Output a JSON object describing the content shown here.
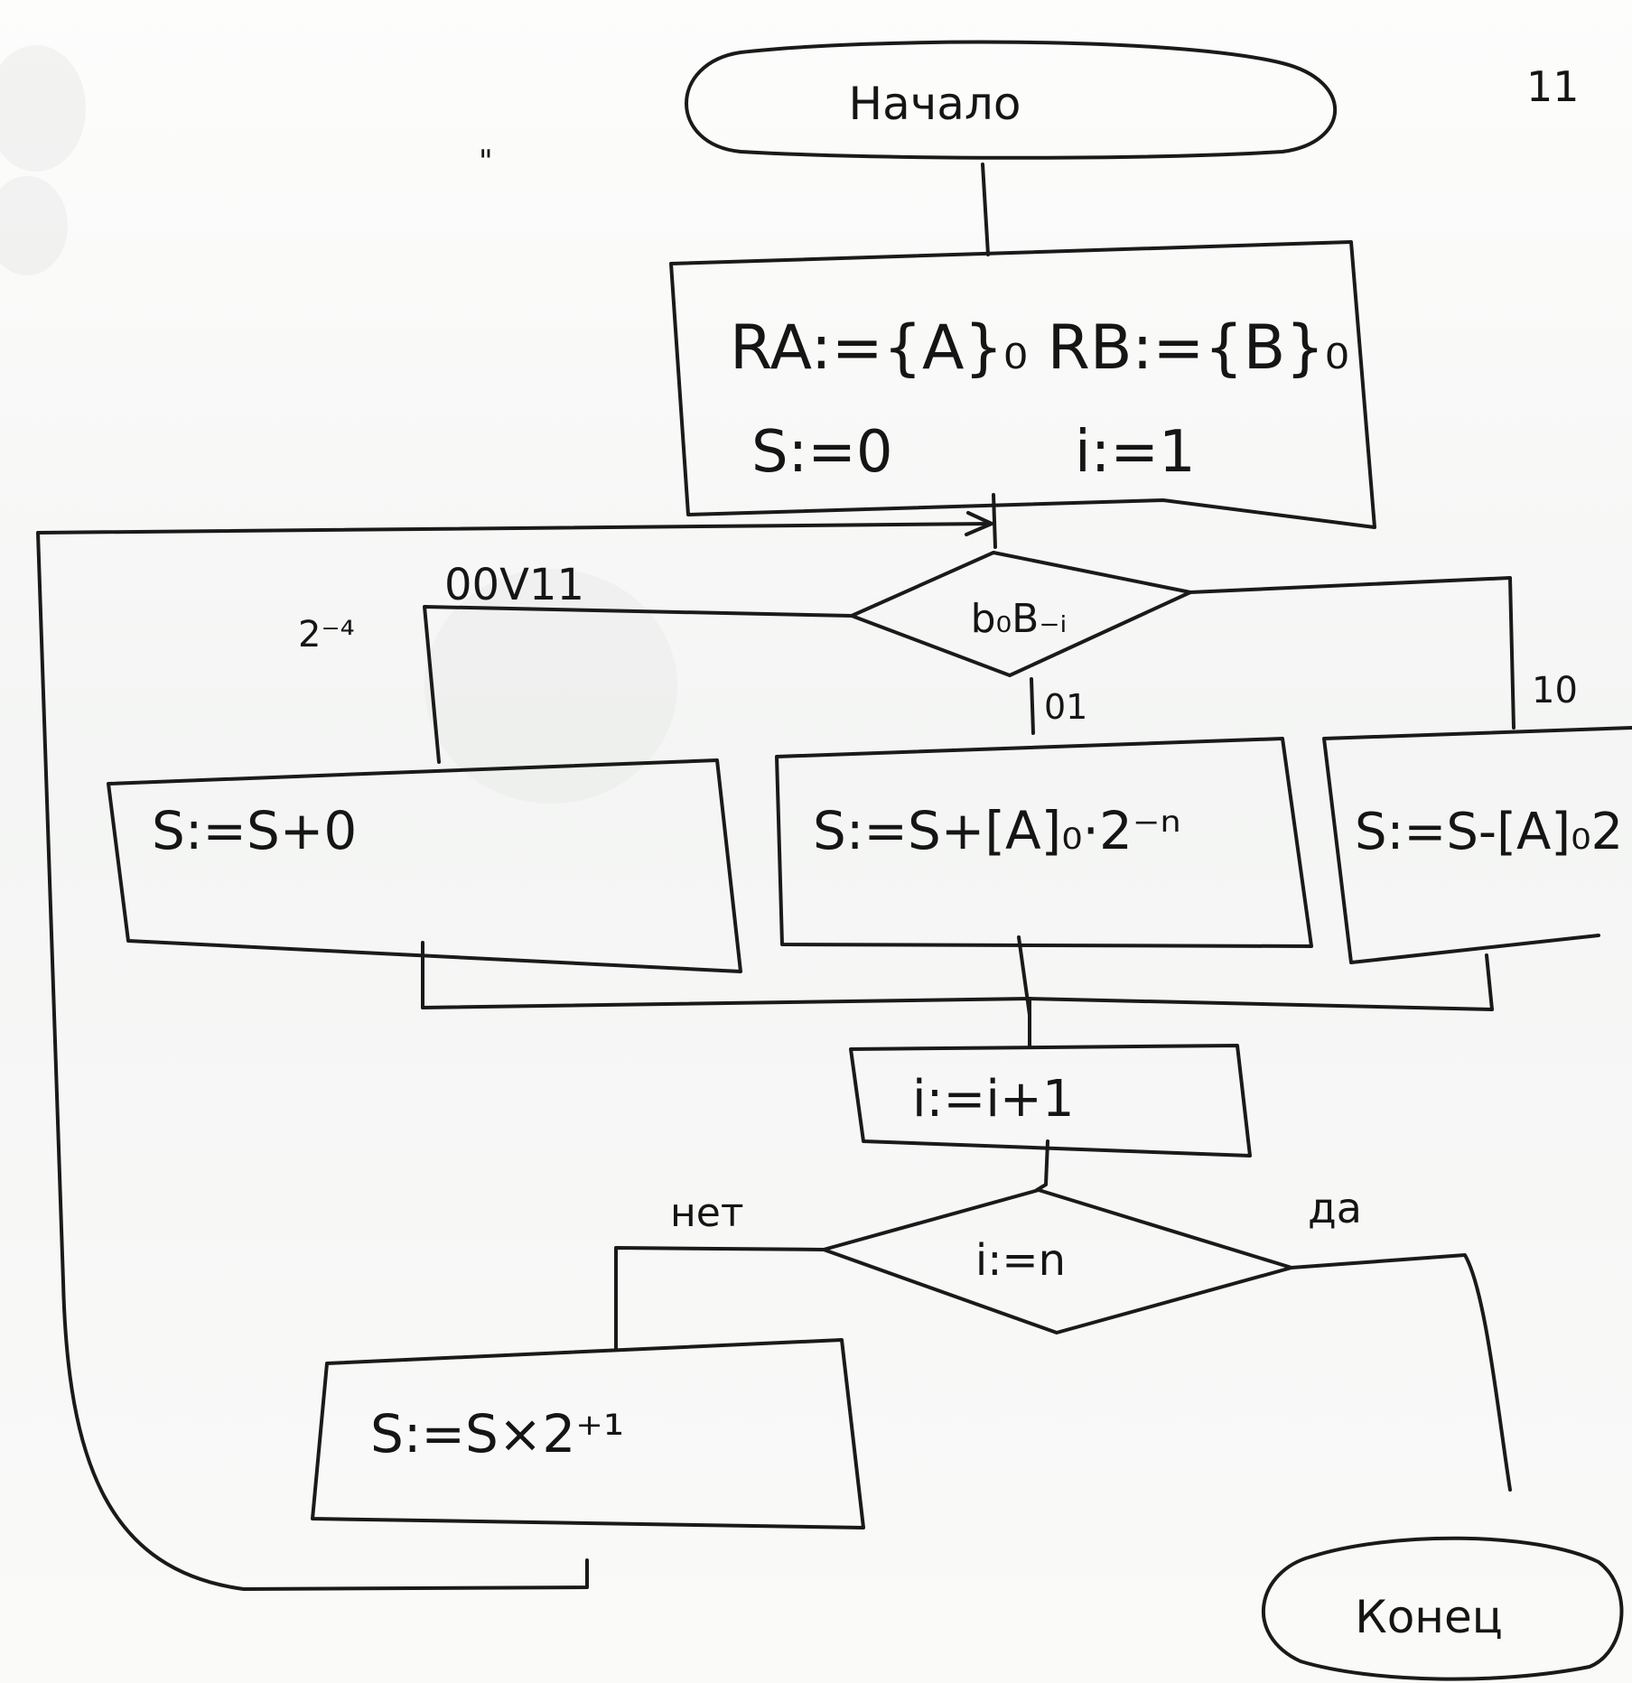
{
  "flowchart": {
    "start": {
      "label": "Начало"
    },
    "init": {
      "line1": "RA:={A}₀ RB:={B}₀",
      "line2_left": "S:=0",
      "line2_right": "i:=1"
    },
    "decision1": {
      "label": "b₀B₋ᵢ",
      "branch_left": "00V11",
      "branch_left_note": "2⁻⁴",
      "branch_mid": "01",
      "branch_right": "10"
    },
    "op_left": {
      "label": "S:=S+0"
    },
    "op_mid": {
      "label": "S:=S+[A]₀·2⁻ⁿ"
    },
    "op_right": {
      "label": "S:=S-[A]₀2"
    },
    "increment": {
      "label": "i:=i+1"
    },
    "decision2": {
      "label": "i:=n",
      "branch_no": "нет",
      "branch_yes": "да"
    },
    "shift": {
      "label": "S:=S×2⁺¹"
    },
    "end": {
      "label": "Конец"
    }
  },
  "margin_marks": {
    "top_right": "11",
    "top_left": "\""
  }
}
